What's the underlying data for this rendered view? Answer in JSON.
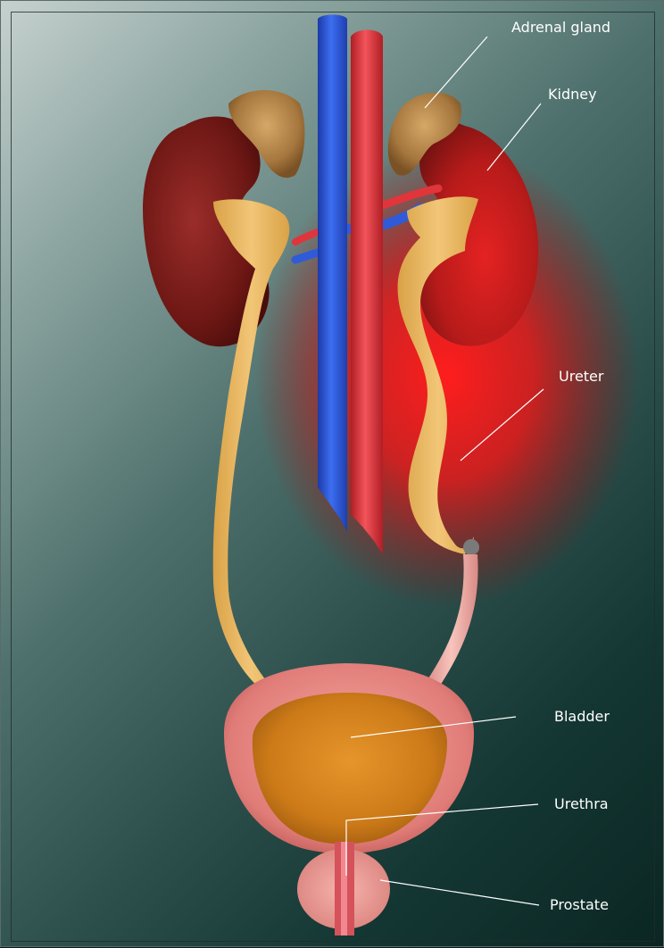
{
  "labels": {
    "adrenal_gland": "Adrenal gland",
    "kidney": "Kidney",
    "ureter": "Ureter",
    "bladder": "Bladder",
    "urethra": "Urethra",
    "prostate": "Prostate"
  },
  "colors": {
    "vein": "#2f5bd8",
    "artery": "#e0353a",
    "kidney": "#8a1e1c",
    "adrenal": "#b88a4a",
    "ureter": "#e8b658",
    "bladder_wall": "#e88a86",
    "bladder_inner": "#d27d1f",
    "highlight_glow": "#ff1f1f"
  }
}
